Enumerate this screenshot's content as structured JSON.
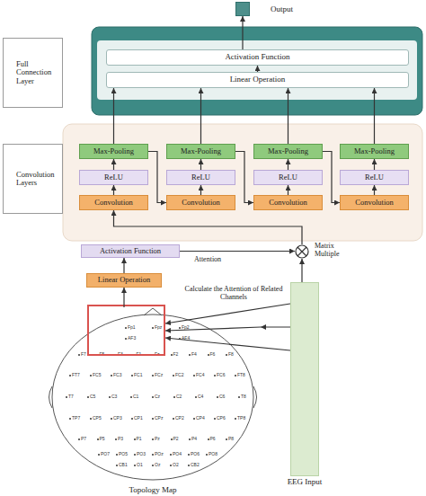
{
  "diagram": {
    "nodes": [
      {
        "text": [
          "Output"
        ]
      },
      {
        "text": [
          "Full Connection Layer"
        ]
      },
      {
        "text": [
          "Activation Function"
        ]
      },
      {
        "text": [
          "Linear Operation"
        ]
      },
      {
        "text": [
          "Convolution Layers"
        ]
      },
      {
        "text": [
          "Max-Pooling"
        ]
      },
      {
        "text": [
          "Max-Pooling"
        ]
      },
      {
        "text": [
          "Max-Pooling"
        ]
      },
      {
        "text": [
          "Max-Pooling"
        ]
      },
      {
        "text": [
          "ReLU"
        ]
      },
      {
        "text": [
          "ReLU"
        ]
      },
      {
        "text": [
          "ReLU"
        ]
      },
      {
        "text": [
          "ReLU"
        ]
      },
      {
        "text": [
          "Convolution"
        ]
      },
      {
        "text": [
          "Convolution"
        ]
      },
      {
        "text": [
          "Convolution"
        ]
      },
      {
        "text": [
          "Convolution"
        ]
      },
      {
        "text": [
          "Activation Function"
        ]
      },
      {
        "text": [
          "Matrix Multiple"
        ]
      },
      {
        "text": [
          "Linear Operation"
        ]
      },
      {
        "text": [
          "Topology Map"
        ]
      },
      {
        "text": [
          "EEG Input"
        ]
      }
    ],
    "edges": [
      {
        "from": 19,
        "to": 17,
        "arrow": "to"
      },
      {
        "from": 20,
        "to": 19,
        "arrow": "to"
      },
      {
        "from": 17,
        "to": 18,
        "label": "Attention",
        "arrow": "to"
      },
      {
        "from": 21,
        "to": 18,
        "arrow": "to"
      },
      {
        "from": 21,
        "to": 20,
        "label": "Calculate the Attention of Related Channels",
        "arrow": "to"
      },
      {
        "from": 18,
        "to": 13,
        "arrow": "to"
      },
      {
        "from": 13,
        "to": 9,
        "arrow": "to"
      },
      {
        "from": 14,
        "to": 10,
        "arrow": "to"
      },
      {
        "from": 15,
        "to": 11,
        "arrow": "to"
      },
      {
        "from": 16,
        "to": 12,
        "arrow": "to"
      },
      {
        "from": 9,
        "to": 5,
        "arrow": "to"
      },
      {
        "from": 10,
        "to": 6,
        "arrow": "to"
      },
      {
        "from": 11,
        "to": 7,
        "arrow": "to"
      },
      {
        "from": 12,
        "to": 8,
        "arrow": "to"
      },
      {
        "from": 5,
        "to": 14,
        "arrow": "to"
      },
      {
        "from": 6,
        "to": 15,
        "arrow": "to"
      },
      {
        "from": 7,
        "to": 16,
        "arrow": "to"
      },
      {
        "from": 5,
        "to": 3,
        "arrow": "to"
      },
      {
        "from": 6,
        "to": 3,
        "arrow": "to"
      },
      {
        "from": 7,
        "to": 3,
        "arrow": "to"
      },
      {
        "from": 8,
        "to": 3,
        "arrow": "to"
      },
      {
        "from": 3,
        "to": 2,
        "arrow": "to"
      },
      {
        "from": 2,
        "to": 0,
        "arrow": "to"
      }
    ],
    "labels": [
      "Fp1",
      "Fpz",
      "Fp2",
      "AF3",
      "AF4",
      "F7",
      "F5",
      "F3",
      "F1",
      "Fz",
      "F2",
      "F4",
      "F6",
      "F8",
      "FT7",
      "FC5",
      "FC3",
      "FC1",
      "FCz",
      "FC2",
      "FC4",
      "FC6",
      "FT8",
      "T7",
      "C5",
      "C3",
      "C1",
      "Cz",
      "C2",
      "C4",
      "C6",
      "T8",
      "TP7",
      "CP5",
      "CP3",
      "CP1",
      "CPz",
      "CP2",
      "CP4",
      "CP6",
      "TP8",
      "P7",
      "P5",
      "P3",
      "P1",
      "Pz",
      "P2",
      "P4",
      "P6",
      "P8",
      "PO7",
      "PO5",
      "PO3",
      "POz",
      "PO4",
      "PO6",
      "PO8",
      "CB1",
      "O1",
      "Oz",
      "O2",
      "CB2"
    ]
  }
}
